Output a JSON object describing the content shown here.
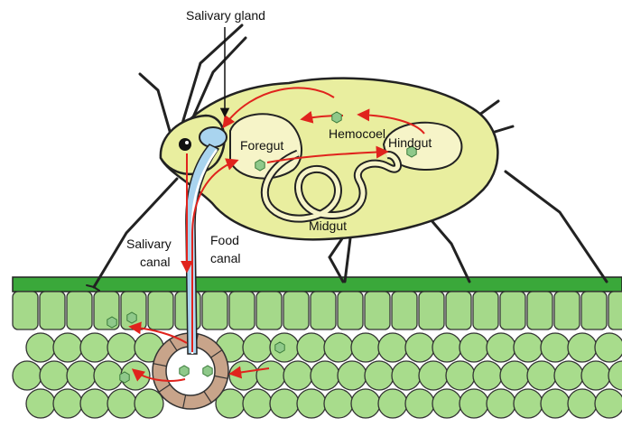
{
  "labels": {
    "salivary_gland": "Salivary gland",
    "hemocoel": "Hemocoel",
    "foregut": "Foregut",
    "hindgut": "Hindgut",
    "midgut": "Midgut",
    "salivary_canal_line1": "Salivary",
    "salivary_canal_line2": "canal",
    "food_canal_line1": "Food",
    "food_canal_line2": "canal"
  },
  "colors": {
    "body_fill": "#e9ee9f",
    "body_outline": "#333333",
    "organ_fill": "#f6f4c8",
    "leaf_surface": "#3aa83a",
    "epidermis_cell": "#a5d98a",
    "mesophyll_cell": "#a8dc8c",
    "phloem_ring": "#c8a48a",
    "arrow": "#e0231d",
    "particle": "#8fc98a",
    "salivary_gland_fill": "#a9d4ef"
  },
  "icons": {
    "particle": "hexagon",
    "arrow": "arrow-head"
  }
}
